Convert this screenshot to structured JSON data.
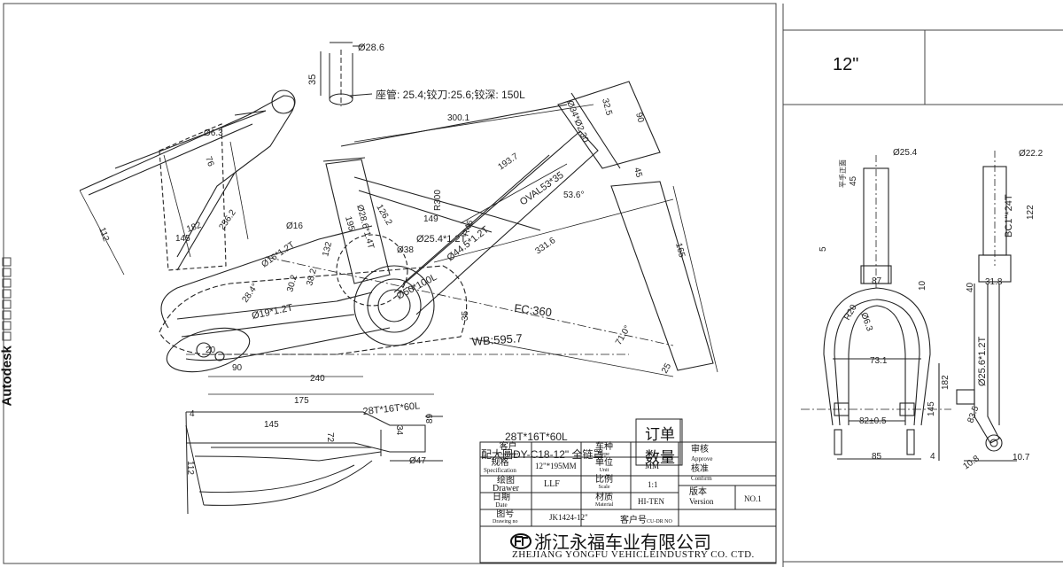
{
  "brand": "Autodesk",
  "main_view": {
    "seat_tube_dia": "Ø28.6",
    "seat_tube_len": "35",
    "seat_tube_note": "座管: 25.4;铰刀:25.6;铰深: 150L",
    "dims": [
      "300.1",
      "32.5",
      "90",
      "Ø6.3",
      "76",
      "Ø34*Ø2.30",
      "193.7",
      "126.2",
      "R300",
      "149",
      "Ø25.4*1.2T",
      "OVAL53*35",
      "Ø44.5*1.2T",
      "53.6°",
      "45",
      "112",
      "145",
      "182",
      "256.2",
      "Ø16",
      "Ø16*1.2T",
      "Ø28.6*1.4T",
      "195",
      "Ø38",
      "R46",
      "Ø50*100L",
      "331.6",
      "165",
      "FC:360",
      "71.0°",
      "35",
      "WB:595.7",
      "25",
      "Ø19*1.2T",
      "28.4°",
      "90",
      "20",
      "240",
      "175",
      "112",
      "145",
      "72",
      "34",
      "89",
      "Ø47",
      "4",
      "28T*16T*60L",
      "30.2",
      "38.2",
      "132"
    ]
  },
  "chainguard": {
    "spec_line": "28T*16T*60L",
    "desc_line": "配大圆DY-C18-12\" 全链罩"
  },
  "order": {
    "label_top": "订单",
    "label_bottom": "数量"
  },
  "title_block": {
    "customer_cn": "客户",
    "customer_en": "Customer",
    "type_cn": "车种",
    "type_en": "Type",
    "approve_cn": "审核",
    "approve_en": "Approve",
    "spec_cn": "规格",
    "spec_en": "Specification",
    "spec_val": "12\"*195MM",
    "unit_cn": "单位",
    "unit_en": "Unit",
    "unit_val": "MM",
    "confirm_cn": "核准",
    "confirm_en": "Confirm",
    "drawer_cn": "绘图",
    "drawer_en": "Drawer",
    "drawer_val": "LLF",
    "scale_cn": "比例",
    "scale_en": "Scale",
    "scale_val": "1:1",
    "version_cn": "版本",
    "version_en": "Version",
    "version_val": "NO.1",
    "date_cn": "日期",
    "date_en": "Date",
    "material_cn": "材质",
    "material_en": "Material",
    "material_val": "HI-TEN",
    "drawingno_cn": "图号",
    "drawingno_en": "Drawing no",
    "drawingno_val": "JK1424-12\"",
    "custno_cn": "客户号",
    "custno_en": "CU-DR NO",
    "company_cn": "浙江永福车业有限公司",
    "company_en": "ZHEJIANG YONGFU VEHICLEINDUSTRY CO. CTD."
  },
  "fork": {
    "size": "12\"",
    "dims": [
      "Ø25.4",
      "平手正面",
      "45",
      "Ø22.2",
      "BC1\"*24T",
      "122",
      "5",
      "87",
      "10",
      "31.8",
      "40",
      "R20",
      "Ø6.3",
      "Ø25.6*1.2T",
      "73.1",
      "182",
      "145",
      "82±0.5",
      "83.5",
      "85",
      "4",
      "10.8",
      "10.7"
    ]
  }
}
